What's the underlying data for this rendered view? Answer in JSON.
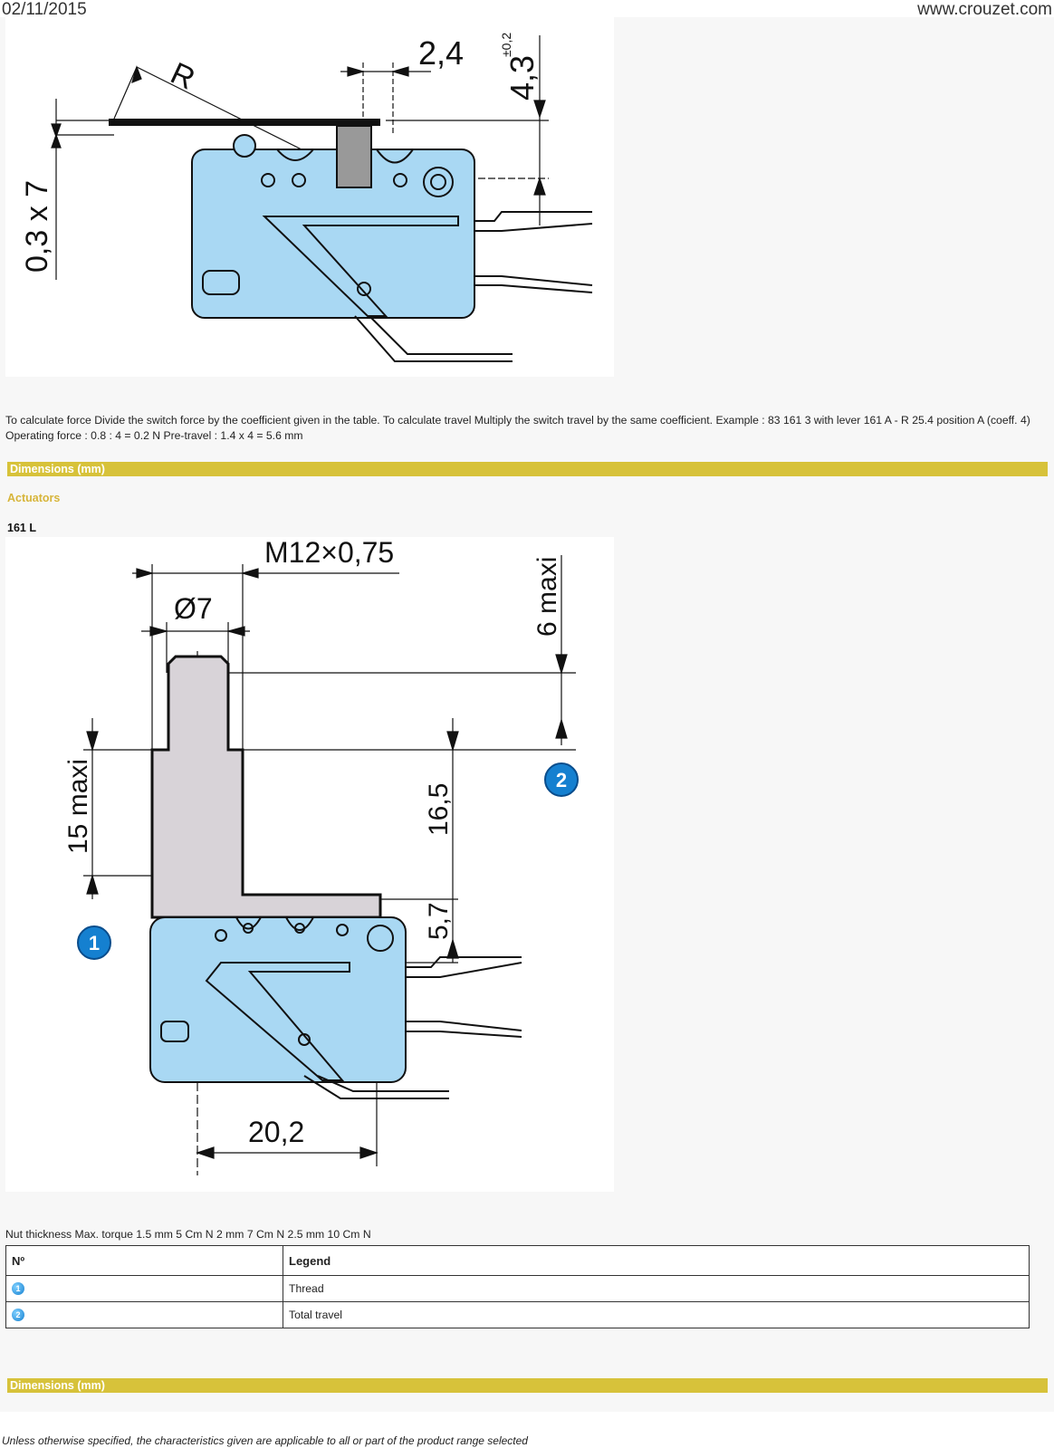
{
  "header": {
    "date": "02/11/2015",
    "site": "www.crouzet.com"
  },
  "figure1": {
    "dim_top": "2,4",
    "dim_right_main": "4,3",
    "dim_right_tol": "±0,2",
    "dim_left": "0,3 x 7",
    "radius_label": "R"
  },
  "paragraph": "To calculate force Divide the switch force by the coefficient given in the table. To calculate travel Multiply the switch travel by the same coefficient. Example : 83 161 3 with lever 161 A - R 25.4 position A (coeff. 4) Operating force : 0.8 : 4 = 0.2 N Pre-travel : 1.4 x 4 = 5.6 mm",
  "section1": {
    "title": "Dimensions (mm)"
  },
  "actuators_label": "Actuators",
  "model_label": "161 L",
  "figure2": {
    "dim_thread": "M12×0,75",
    "dim_diameter": "Ø7",
    "dim_6maxi": "6 maxi",
    "dim_15maxi": "15 maxi",
    "dim_16_5": "16,5",
    "dim_5_7": "5,7",
    "dim_20_2": "20,2",
    "marker1": "1",
    "marker2": "2"
  },
  "nut_text": "Nut thickness Max. torque 1.5 mm 5 Cm N 2 mm 7 Cm N 2.5 mm 10 Cm N",
  "legend_table": {
    "headers": [
      "Nº",
      "Legend"
    ],
    "rows": [
      {
        "marker": "1",
        "legend": "Thread"
      },
      {
        "marker": "2",
        "legend": "Total travel"
      }
    ]
  },
  "section2": {
    "title": "Dimensions (mm)"
  },
  "footer": "Unless otherwise specified, the characteristics given are applicable to all or part of the product range selected",
  "colors": {
    "accent_bar": "#d7c23a",
    "switch_body": "#a9d8f3",
    "actuator": "#d8d3d8",
    "marker": "#1580d0"
  }
}
